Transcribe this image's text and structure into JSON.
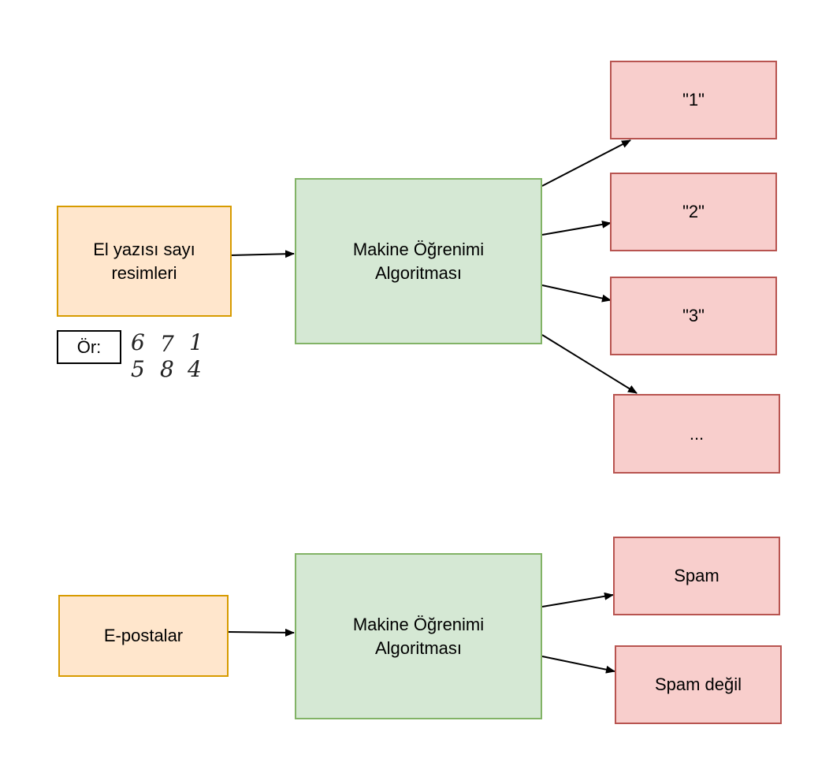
{
  "diagram1": {
    "input": "El yazısı sayı resimleri",
    "algorithm": "Makine Öğrenimi Algoritması",
    "outputs": [
      "\"1\"",
      "\"2\"",
      "\"3\"",
      "..."
    ],
    "example_label": "Ör:",
    "example_digits": [
      "6",
      "7",
      "1",
      "5",
      "8",
      "4"
    ]
  },
  "diagram2": {
    "input": "E-postalar",
    "algorithm": "Makine Öğrenimi Algoritması",
    "outputs": [
      "Spam",
      "Spam değil"
    ]
  },
  "colors": {
    "input_fill": "#ffe6cc",
    "input_stroke": "#d79b00",
    "algo_fill": "#d5e8d4",
    "algo_stroke": "#82b366",
    "output_fill": "#f8cecc",
    "output_stroke": "#b85450",
    "edge": "#000000"
  }
}
